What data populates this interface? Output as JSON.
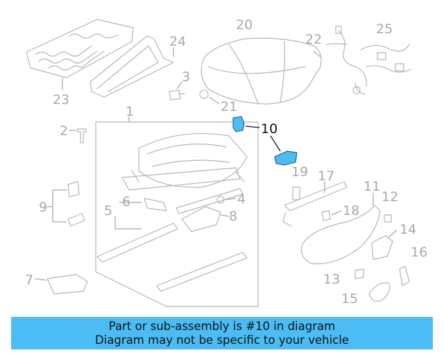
{
  "diagram": {
    "callouts": [
      "1",
      "2",
      "3",
      "4",
      "5",
      "6",
      "7",
      "8",
      "9",
      "10",
      "11",
      "12",
      "13",
      "14",
      "15",
      "16",
      "17",
      "18",
      "19",
      "20",
      "21",
      "22",
      "23",
      "24",
      "25"
    ],
    "highlighted_part": "10",
    "colors": {
      "part_line": "#b4b4b4",
      "callout_text": "#a8a8a8",
      "highlight_fill": "#4bbdf4",
      "highlight_text": "#111111"
    }
  },
  "banner": {
    "line1": "Part or sub-assembly is #10 in diagram",
    "line2": "Diagram may not be specific to your vehicle",
    "background": "#4bbdf4"
  }
}
